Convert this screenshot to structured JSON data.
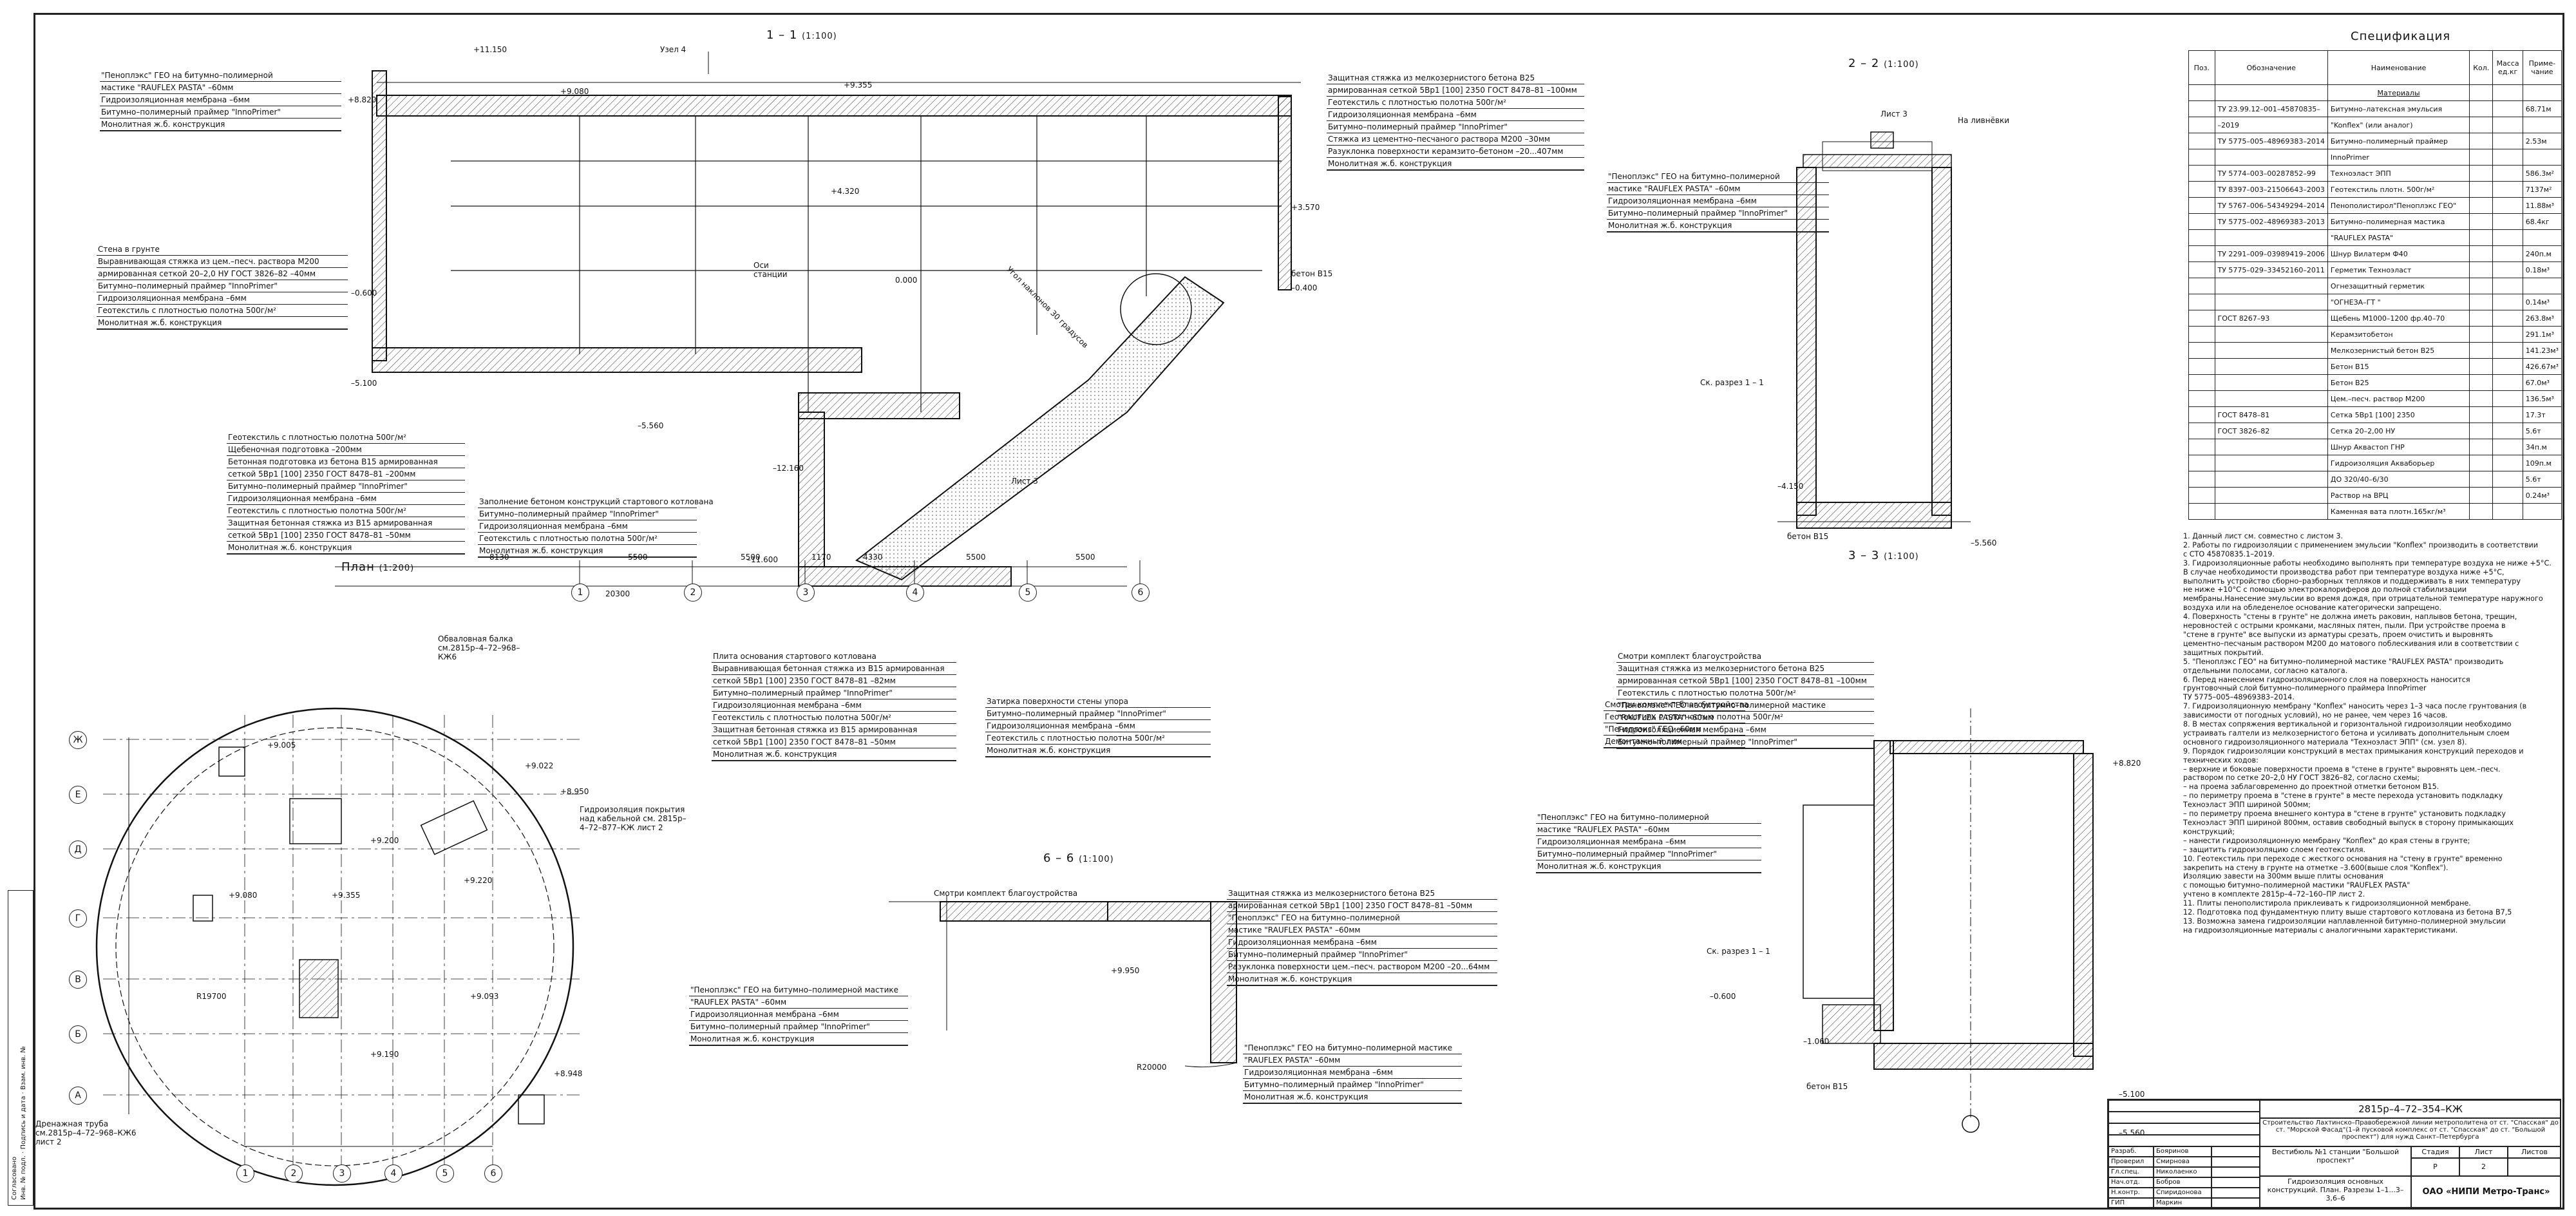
{
  "titles": {
    "section_1_1": "1 – 1",
    "section_1_1_scale": "(1:100)",
    "section_2_2": "2 – 2",
    "section_2_2_scale": "(1:100)",
    "section_3_3": "3 – 3",
    "section_3_3_scale": "(1:100)",
    "section_6_6": "6 – 6",
    "section_6_6_scale": "(1:100)",
    "plan": "План",
    "plan_scale": "(1:200)",
    "spec": "Спецификация"
  },
  "spec_table": {
    "headers": [
      "Поз.",
      "Обозначение",
      "Наименование",
      "Кол.",
      "Масса ед.кг",
      "Приме- чание"
    ],
    "group_title": "Материалы",
    "rows": [
      [
        "",
        "ТУ 23.99.12–001–45870835–",
        "Битумно–латексная эмульсия",
        "",
        "",
        "68.71м"
      ],
      [
        "",
        "–2019",
        "\"Konflex\" (или аналог)",
        "",
        "",
        ""
      ],
      [
        "",
        "ТУ 5775–005–48969383–2014",
        "Битумно–полимерный праймер",
        "",
        "",
        "2.53м"
      ],
      [
        "",
        "",
        "InnoPrimer",
        "",
        "",
        ""
      ],
      [
        "",
        "ТУ 5774–003–00287852–99",
        "Техноэласт ЭПП",
        "",
        "",
        "586.3м²"
      ],
      [
        "",
        "ТУ 8397–003–21506643–2003",
        "Геотекстиль плотн. 500г/м²",
        "",
        "",
        "7137м²"
      ],
      [
        "",
        "ТУ 5767–006–54349294–2014",
        "Пенополистирол\"Пеноплэкс ГЕО\"",
        "",
        "",
        "11.88м³"
      ],
      [
        "",
        "ТУ 5775–002–48969383–2013",
        "Битумно–полимерная мастика",
        "",
        "",
        "68.4кг"
      ],
      [
        "",
        "",
        "\"RAUFLEX PASTA\"",
        "",
        "",
        ""
      ],
      [
        "",
        "ТУ 2291–009–03989419–2006",
        "Шнур Вилатерм Ф40",
        "",
        "",
        "240п.м"
      ],
      [
        "",
        "ТУ 5775–029–33452160–2011",
        "Герметик Техноэласт",
        "",
        "",
        "0.18м³"
      ],
      [
        "",
        "",
        "Огнезащитный герметик",
        "",
        "",
        ""
      ],
      [
        "",
        "",
        "\"ОГНЕЗА–ГТ \"",
        "",
        "",
        "0.14м³"
      ],
      [
        "",
        "ГОСТ 8267–93",
        "Щебень М1000–1200 фр.40–70",
        "",
        "",
        "263.8м³"
      ],
      [
        "",
        "",
        "Керамзитобетон",
        "",
        "",
        "291.1м³"
      ],
      [
        "",
        "",
        "Мелкозернистый бетон B25",
        "",
        "",
        "141.23м³"
      ],
      [
        "",
        "",
        "Бетон В15",
        "",
        "",
        "426.67м³"
      ],
      [
        "",
        "",
        "Бетон В25",
        "",
        "",
        "67.0м³"
      ],
      [
        "",
        "",
        "Цем.–песч. раствор М200",
        "",
        "",
        "136.5м³"
      ],
      [
        "",
        "ГОСТ 8478–81",
        "Сетка 5Вр1 [100] 2350",
        "",
        "",
        "17.3т"
      ],
      [
        "",
        "ГОСТ 3826–82",
        "Сетка 20–2,00 НУ",
        "",
        "",
        "5.6т"
      ],
      [
        "",
        "",
        "Шнур Аквастоп ГНР",
        "",
        "",
        "34п.м"
      ],
      [
        "",
        "",
        "Гидроизоляция Акваборьер",
        "",
        "",
        "109п.м"
      ],
      [
        "",
        "",
        "ДО 320/40–6/30",
        "",
        "",
        "5.6т"
      ],
      [
        "",
        "",
        "Раствор на ВРЦ",
        "",
        "",
        "0.24м³"
      ],
      [
        "",
        "",
        "Каменная вата плотн.165кг/м³",
        "",
        "",
        ""
      ]
    ]
  },
  "notes": [
    "1. Данный лист см. совместно с листом 3.",
    "2. Работы по гидроизоляции с применением эмульсии \"Konflex\" производить в соответствии",
    "   с СТО 45870835.1–2019.",
    "3. Гидроизоляционные работы необходимо выполнять при температуре воздуха не ниже +5°С.",
    "   В случае необходимости производства работ при температуре воздуха ниже +5°С,",
    "   выполнить устройство сборно–разборных тепляков и поддерживать в них температуру",
    "   не ниже +10°С с помощью электрокалориферов до полной стабилизации",
    "   мембраны.Нанесение эмульсии во время дождя, при отрицательной температуре наружного",
    "   воздуха или на обледенелое основание категорически запрещено.",
    "4. Поверхность \"стены в грунте\" не должна иметь раковин, наплывов бетона, трещин,",
    "   неровностей с острыми кромками, масляных пятен, пыли. При устройстве проема в",
    "   \"стене в грунте\" все выпуски из арматуры срезать, проем очистить и выровнять",
    "   цементно–песчаным раствором М200 до матового поблескивания или в соответствии с",
    "   защитных покрытий.",
    "5. \"Пеноплэкс ГЕО\" на битумно–полимерной мастике \"RAUFLEX PASTA\" производить",
    "   отдельными полосами, согласно каталога.",
    "6. Перед нанесением гидроизоляционного слоя на поверхность наносится",
    "   грунтовочный слой битумно–полимерного праймера InnoPrimer",
    "   ТУ 5775–005–48969383–2014.",
    "7. Гидроизоляционную мембрану \"Konflex\" наносить через 1–3 часа после грунтования (в",
    "   зависимости от погодных условий), но не ранее, чем через 16 часов.",
    "8. В местах сопряжения вертикальной и горизонтальной гидроизоляции необходимо",
    "   устраивать галтели из мелкозернистого бетона и усиливать дополнительным слоем",
    "   основного гидроизоляционного материала \"Техноэласт ЭПП\" (см. узел 8).",
    "9. Порядок гидроизоляции конструкций в местах примыкания конструкций переходов и",
    "   технических ходов:",
    "   – верхние и боковые поверхности проема в \"стене в грунте\" выровнять цем.–песч.",
    "   раствором по сетке 20–2,0 НУ ГОСТ 3826–82, согласно схемы;",
    "   – на проема заблаговременно до проектной отметки бетоном В15.",
    "   – по периметру проема в \"стене в грунте\" в месте перехода установить подкладку",
    "   Техноэласт ЭПП шириной 500мм;",
    "   – по периметру проема внешнего контура в \"стене в грунте\" установить подкладку",
    "   Техноэласт ЭПП шириной 800мм, оставив свободный выпуск в сторону примыкающих",
    "   конструкций;",
    "   – нанести гидроизоляционную мембрану \"Konflex\" до края стены в грунте;",
    "   – защитить гидроизоляцию слоем геотекстиля.",
    "10. Геотекстиль при переходе с жесткого основания на \"стену в грунте\" временно",
    "    закрепить на стену в грунте на отметке –3.600(выше слоя \"Konflex\").",
    "    Изоляцию завести на 300мм выше плиты основания",
    "    с помощью битумно–полимерной мастики \"RAUFLEX PASTA\"",
    "    учтено в комплекте 2815р–4–72–160–ПР лист 2.",
    "11. Плиты пенополистирола приклеивать к гидроизоляционной мембране.",
    "12. Подготовка под фундаментную плиту выше стартового котлована из бетона В7,5",
    "13. Возможна замена гидроизоляции наплавленной битумно–полимерной эмульсии",
    "    на гидроизоляционные материалы с аналогичными характеристиками."
  ],
  "stamp": {
    "code": "2815р–4–72–354–КЖ",
    "project": "Строительство Лахтинско–Правобережной линии метрополитена от ст. \"Спасская\" до ст. \"Морской Фасад\"(1–й пусковой комплекс от ст. \"Спасская\" до ст. \"Большой проспект\") для нужд Санкт–Петербурга",
    "object": "Вестибюль №1 станции \"Большой проспект\"",
    "sheet_title": "Гидроизоляция основных конструкций. План. Разрезы 1–1...3–3,6–6",
    "stage_label": "Стадия",
    "sheet_label": "Лист",
    "sheets_label": "Листов",
    "stage": "Р",
    "sheet": "2",
    "company": "ОАО «НИПИ Метро-Транс»",
    "roles": [
      "Разраб.",
      "Проверил",
      "Гл.спец.",
      "Нач.отд.",
      "Н.контр.",
      "ГИП"
    ],
    "names": [
      "Бояринов",
      "Смирнова",
      "Николаенко",
      "Бобров",
      "Спиридонова",
      "Маркин"
    ]
  },
  "labels_1_1": {
    "m1": "+11.150",
    "m2": "+9.080",
    "m3": "+8.820",
    "m4": "+9.355",
    "m5": "+4.320",
    "m6": "+3.570",
    "m7": "0.000",
    "m8": "–0.600",
    "m9": "–0.400",
    "m10": "–5.100",
    "m11": "–5.560",
    "m12": "–11.600",
    "m13": "–12.160",
    "uzel": "Узел 4",
    "sheet3": "Лист 3",
    "beton": "бетон В15",
    "osi": "Оси станции",
    "dim1": "20300",
    "ugol": "Угол наклонов 30 градусов"
  },
  "dims_bottom": [
    "8130",
    "5500",
    "5500",
    "1170",
    "4330",
    "5500",
    "5500"
  ],
  "axes_bottom": [
    "1",
    "2",
    "3",
    "4",
    "5",
    "6"
  ],
  "notes_1_1_left_top": [
    "\"Пеноплэкс\" ГЕО на битумно–полимерной",
    "мастике \"RAUFLEX PASTA\"   –60мм",
    "Гидроизоляционная мембрана   –6мм",
    "Битумно–полимерный праймер \"InnoPrimer\"",
    "Монолитная ж.б. конструкция"
  ],
  "notes_1_1_left_mid": [
    "Стена в грунте",
    "Выравнивающая стяжка из цем.–песч. раствора М200",
    "армированная сеткой 20–2,0 НУ ГОСТ 3826–82   –40мм",
    "Битумно–полимерный праймер \"InnoPrimer\"",
    "Гидроизоляционная мембрана   –6мм",
    "Геотекстиль с плотностью полотна 500г/м²",
    "Монолитная ж.б. конструкция"
  ],
  "notes_1_1_bottom_a": [
    "Геотекстиль с плотностью полотна 500г/м²",
    "Щебеночная подготовка   –200мм",
    "Бетонная подготовка из бетона В15 армированная",
    "сеткой 5Вр1 [100] 2350 ГОСТ 8478–81   –200мм",
    "Битумно–полимерный праймер \"InnoPrimer\"",
    "Гидроизоляционная мембрана   –6мм",
    "Геотекстиль с плотностью полотна 500г/м²",
    "Защитная бетонная стяжка из В15 армированная",
    "сеткой 5Вр1 [100] 2350 ГОСТ 8478–81   –50мм",
    "Монолитная ж.б. конструкция"
  ],
  "notes_1_1_bottom_b": [
    "Заполнение бетоном конструкций стартового котлована",
    "Битумно–полимерный праймер \"InnoPrimer\"",
    "Гидроизоляционная мембрана   –6мм",
    "Геотекстиль с плотностью полотна 500г/м²",
    "Монолитная ж.б. конструкция"
  ],
  "notes_1_1_top_right": [
    "Защитная стяжка из мелкозернистого бетона В25",
    "армированная сеткой 5Вр1 [100] 2350 ГОСТ 8478–81   –100мм",
    "Геотекстиль с плотностью полотна 500г/м²",
    "Гидроизоляционная мембрана   –6мм",
    "Битумно–полимерный праймер \"InnoPrimer\"",
    "Стяжка из цементно–песчаного раствора М200   –30мм",
    "Разуклонка поверхности керамзито–бетоном   –20...407мм",
    "Монолитная ж.б. конструкция"
  ],
  "notes_1_1_right_mid": [
    "\"Пеноплэкс\" ГЕО на битумно–полимерной",
    "мастике \"RAUFLEX PASTA\"   –60мм",
    "Гидроизоляционная мембрана   –6мм",
    "Битумно–полимерный праймер \"InnoPrimer\"",
    "Монолитная ж.б. конструкция"
  ],
  "notes_center_1": [
    "Плита основания стартового котлована",
    "Выравнивающая бетонная стяжка из В15 армированная",
    "сеткой 5Вр1 [100] 2350 ГОСТ 8478–81   –82мм",
    "Битумно–полимерный праймер \"InnoPrimer\"",
    "Гидроизоляционная мембрана   –6мм",
    "Геотекстиль с плотностью полотна 500г/м²",
    "Защитная бетонная стяжка из В15 армированная",
    "сеткой 5Вр1 [100] 2350 ГОСТ 8478–81   –50мм",
    "Монолитная ж.б. конструкция"
  ],
  "notes_center_2": [
    "Затирка поверхности стены упора",
    "Битумно–полимерный праймер \"InnoPrimer\"",
    "Гидроизоляционная мембрана   –6мм",
    "Геотекстиль с плотностью полотна 500г/м²",
    "Монолитная ж.б. конструкция"
  ],
  "notes_3_3_top": [
    "Смотри комплект благоустройства",
    "Защитная стяжка из мелкозернистого бетона В25",
    "армированная сеткой 5Вр1 [100] 2350 ГОСТ 8478–81   –100мм",
    "Геотекстиль с плотностью полотна 500г/м²",
    "\"Пеноплэкс\" ГЕО на битумно–полимерной мастике",
    "\"RAUFLEX PASTA\"   –60мм",
    "Гидроизоляционная мембрана   –6мм",
    "Битумно–полимерный праймер \"InnoPrimer\""
  ],
  "notes_3_3_left": [
    "Смотри комплект благоустройства",
    "Геотекстиль с плотностью полотна 500г/м²",
    "\"Пеноплэкс\" ГЕО   –60мм",
    "Демонтажный люк"
  ],
  "notes_3_3_mid": [
    "\"Пеноплэкс\" ГЕО на битумно–полимерной",
    "мастике \"RAUFLEX PASTA\"   –60мм",
    "Гидроизоляционная мембрана   –6мм",
    "Битумно–полимерный праймер \"InnoPrimer\"",
    "Монолитная ж.б. конструкция"
  ],
  "notes_6_6_top": [
    "Защитная стяжка из мелкозернистого бетона В25",
    "армированная сеткой 5Вр1 [100] 2350 ГОСТ 8478–81   –50мм",
    "\"Пеноплэкс\" ГЕО на битумно–полимерной",
    "мастике \"RAUFLEX PASTA\"   –60мм",
    "Гидроизоляционная мембрана   –6мм",
    "Битумно–полимерный праймер \"InnoPrimer\"",
    "Разуклонка поверхности цем.–песч. раствором М200   –20...64мм",
    "Монолитная ж.б. конструкция"
  ],
  "notes_6_6_left": [
    "\"Пеноплэкс\" ГЕО на битумно–полимерной мастике",
    "\"RAUFLEX PASTA\"   –60мм",
    "Гидроизоляционная мембрана   –6мм",
    "Битумно–полимерный праймер \"InnoPrimer\"",
    "Монолитная ж.б. конструкция"
  ],
  "notes_6_6_right": [
    "\"Пеноплэкс\" ГЕО на битумно–полимерной мастике",
    "\"RAUFLEX PASTA\"   –60мм",
    "Гидроизоляционная мембрана   –6мм",
    "Битумно–полимерный праймер \"InnoPrimer\"",
    "Монолитная ж.б. конструкция"
  ],
  "plan_axes_left": [
    "Ж",
    "Е",
    "Д",
    "Г",
    "В",
    "Б",
    "А"
  ],
  "plan_axes_bottom": [
    "1",
    "2",
    "3",
    "4",
    "5",
    "6"
  ],
  "plan_labels": {
    "obv": "Обваловная балка см.2815р–4–72–968–КЖ6",
    "gidro": "Гидроизоляция покрытия над кабельной см. 2815р–4–72–877–КЖ лист 2",
    "drain": "Дренажная труба см.2815р–4–72–968–КЖ6 лист 2",
    "r": "R19700",
    "e1": "+9.005",
    "e2": "+9.022",
    "e3": "+8.950",
    "e4": "+9.200",
    "e5": "+9.080",
    "e6": "+9.355",
    "e7": "+9.093",
    "e8": "+9.220",
    "e9": "+9.190",
    "e10": "+8.948"
  },
  "section_2_2": {
    "a": "Лист 3",
    "b": "На ливнёвки",
    "c": "Ск. разрез 1 – 1",
    "d": "–4.150",
    "e": "–5.560",
    "f": "бетон В15"
  },
  "section_3_3": {
    "a": "Ск. разрез 1 – 1",
    "b": "+8.820",
    "c": "–0.600",
    "d": "–1.060",
    "e": "–5.100",
    "f": "–5.560",
    "g": "бетон В15"
  },
  "section_6_6_labels": {
    "top": "Смотри комплект благоустройства",
    "e": "+9.950",
    "r": "R20000"
  }
}
